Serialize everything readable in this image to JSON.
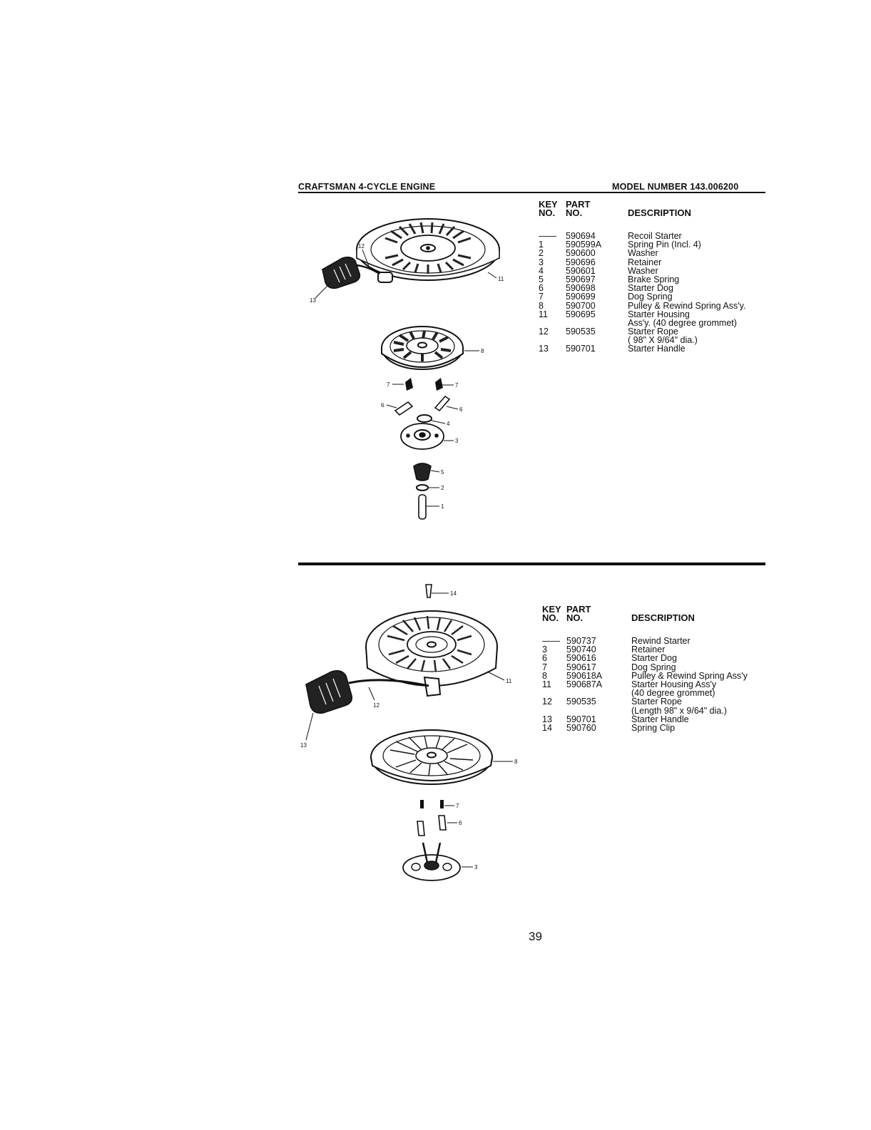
{
  "header": {
    "left": "CRAFTSMAN 4-CYCLE ENGINE",
    "right": "MODEL NUMBER 143.006200"
  },
  "section1": {
    "columns": {
      "key": "KEY NO.",
      "part": "PART NO.",
      "desc": "DESCRIPTION",
      "key_line1": "KEY",
      "key_line2": "NO.",
      "part_line1": "PART",
      "part_line2": "NO."
    },
    "rows": [
      {
        "key": "——",
        "part": "590694",
        "desc": "Recoil Starter"
      },
      {
        "key": "1",
        "part": "590599A",
        "desc": "Spring Pin (Incl. 4)"
      },
      {
        "key": "2",
        "part": "590600",
        "desc": "Washer"
      },
      {
        "key": "3",
        "part": "590696",
        "desc": "Retainer"
      },
      {
        "key": "4",
        "part": "590601",
        "desc": "Washer"
      },
      {
        "key": "5",
        "part": "590697",
        "desc": "Brake Spring"
      },
      {
        "key": "6",
        "part": "590698",
        "desc": "Starter Dog"
      },
      {
        "key": "7",
        "part": "590699",
        "desc": "Dog Spring"
      },
      {
        "key": "8",
        "part": "590700",
        "desc": "Pulley & Rewind Spring Ass'y."
      },
      {
        "key": "11",
        "part": "590695",
        "desc": "Starter Housing"
      },
      {
        "key": "",
        "part": "",
        "desc": "Ass'y. (40 degree grommet)"
      },
      {
        "key": "12",
        "part": "590535",
        "desc": "Starter Rope"
      },
      {
        "key": "",
        "part": "",
        "desc": "( 98\" X 9/64\" dia.)"
      },
      {
        "key": "13",
        "part": "590701",
        "desc": "Starter Handle"
      }
    ],
    "callouts": [
      "12",
      "13",
      "11",
      "8",
      "7",
      "7",
      "6",
      "6",
      "4",
      "3",
      "5",
      "2",
      "1"
    ]
  },
  "section2": {
    "columns": {
      "key_line1": "KEY",
      "key_line2": "NO.",
      "part_line1": "PART",
      "part_line2": "NO.",
      "desc": "DESCRIPTION"
    },
    "rows": [
      {
        "key": "——",
        "part": "590737",
        "desc": "Rewind Starter"
      },
      {
        "key": "3",
        "part": "590740",
        "desc": "Retainer"
      },
      {
        "key": "6",
        "part": "590616",
        "desc": "Starter Dog"
      },
      {
        "key": "7",
        "part": "590617",
        "desc": "Dog Spring"
      },
      {
        "key": "8",
        "part": "590618A",
        "desc": "Pulley & Rewind Spring Ass'y"
      },
      {
        "key": "11",
        "part": "590687A",
        "desc": "Starter Housing Ass'y"
      },
      {
        "key": "",
        "part": "",
        "desc": "(40 degree grommet)"
      },
      {
        "key": "12",
        "part": "590535",
        "desc": "Starter Rope"
      },
      {
        "key": "",
        "part": "",
        "desc": "(Length 98\" x 9/64\" dia.)"
      },
      {
        "key": "13",
        "part": "590701",
        "desc": "Starter Handle"
      },
      {
        "key": "14",
        "part": "590760",
        "desc": "Spring Clip"
      }
    ],
    "callouts": [
      "14",
      "11",
      "12",
      "13",
      "8",
      "7",
      "6",
      "3"
    ]
  },
  "page_number": "39"
}
